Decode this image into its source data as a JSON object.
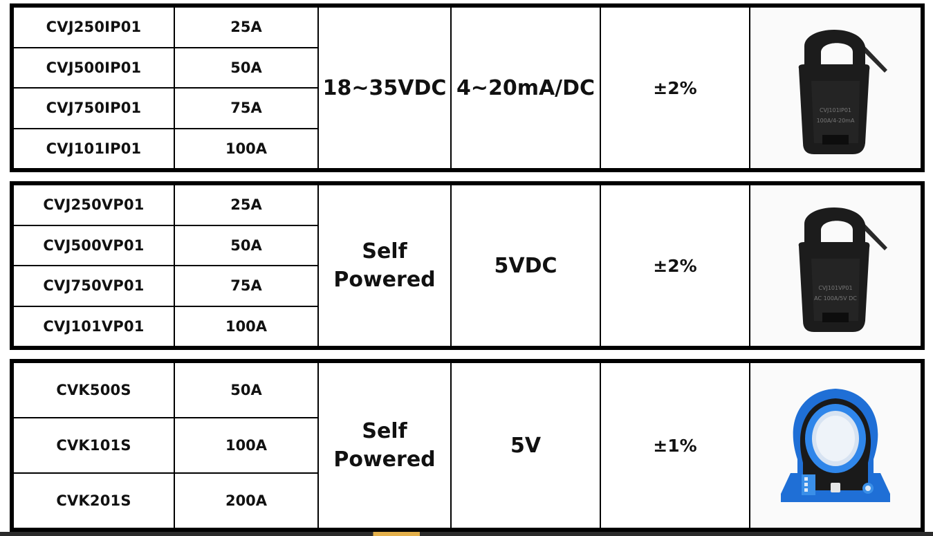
{
  "tables": [
    {
      "rows": [
        {
          "model": "CVJ250IP01",
          "current": "25A"
        },
        {
          "model": "CVJ500IP01",
          "current": "50A"
        },
        {
          "model": "CVJ750IP01",
          "current": "75A"
        },
        {
          "model": "CVJ101IP01",
          "current": "100A"
        }
      ],
      "supply_line1": "18~35VDC",
      "supply_line2": "",
      "output": "4~20mA/DC",
      "accuracy": "±2%",
      "image": {
        "icon": "split-core-current-sensor-icon",
        "body_label_1": "CVJ101IP01",
        "body_label_2": "100A/4-20mA"
      }
    },
    {
      "rows": [
        {
          "model": "CVJ250VP01",
          "current": "25A"
        },
        {
          "model": "CVJ500VP01",
          "current": "50A"
        },
        {
          "model": "CVJ750VP01",
          "current": "75A"
        },
        {
          "model": "CVJ101VP01",
          "current": "100A"
        }
      ],
      "supply_line1": "Self",
      "supply_line2": "Powered",
      "output": "5VDC",
      "accuracy": "±2%",
      "image": {
        "icon": "split-core-current-sensor-icon",
        "body_label_1": "CVJ101VP01",
        "body_label_2": "AC 100A/5V DC"
      }
    },
    {
      "rows": [
        {
          "model": "CVK500S",
          "current": "50A"
        },
        {
          "model": "CVK101S",
          "current": "100A"
        },
        {
          "model": "CVK201S",
          "current": "200A"
        }
      ],
      "supply_line1": "Self",
      "supply_line2": "Powered",
      "output": "5V",
      "accuracy": "±1%",
      "image": {
        "icon": "solid-core-current-sensor-icon"
      }
    }
  ],
  "colors": {
    "border": "#000000",
    "sensor_black": "#1c1c1c",
    "sensor_blue": "#1f6fd6"
  }
}
